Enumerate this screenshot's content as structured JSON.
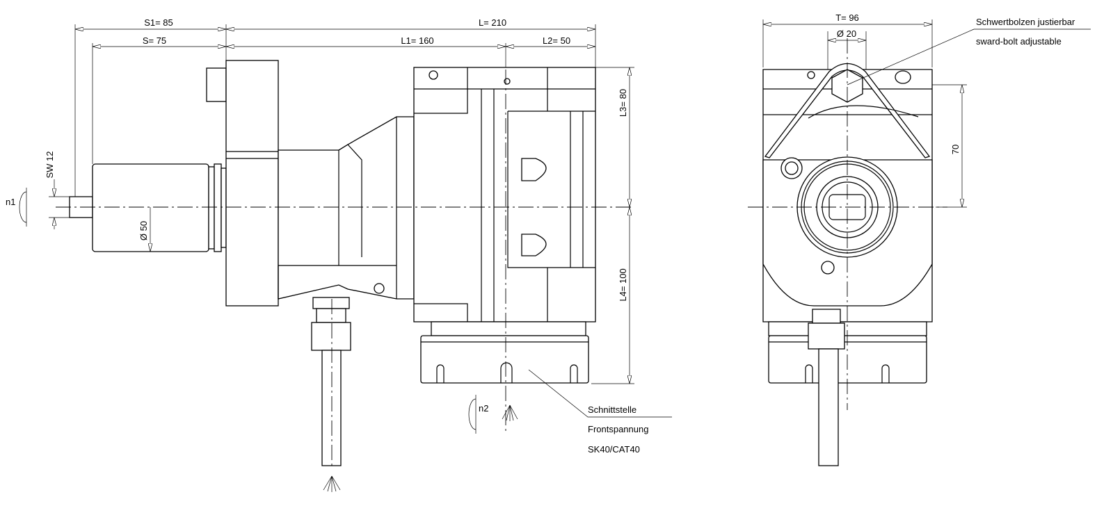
{
  "side_view": {
    "dimensions": {
      "s1": "S1=  85",
      "s": "S= 75",
      "l": "L= 210",
      "l1": "L1=  160",
      "l2": "L2=  50",
      "l3": "L3=  80",
      "l4": "L4=  100",
      "sw": "SW 12",
      "diameter": "Ø 50"
    },
    "rotation_in": "n1",
    "rotation_out": "n2",
    "interface_note": {
      "line1": "Schnittstelle",
      "line2": "Frontspannung",
      "line3": "SK40/CAT40"
    }
  },
  "front_view": {
    "dimensions": {
      "t": "T=  96",
      "bolt_diameter": "Ø  20",
      "height": "70"
    },
    "bolt_note": {
      "line1": "Schwertbolzen justierbar",
      "line2": "sward-bolt adjustable"
    }
  }
}
